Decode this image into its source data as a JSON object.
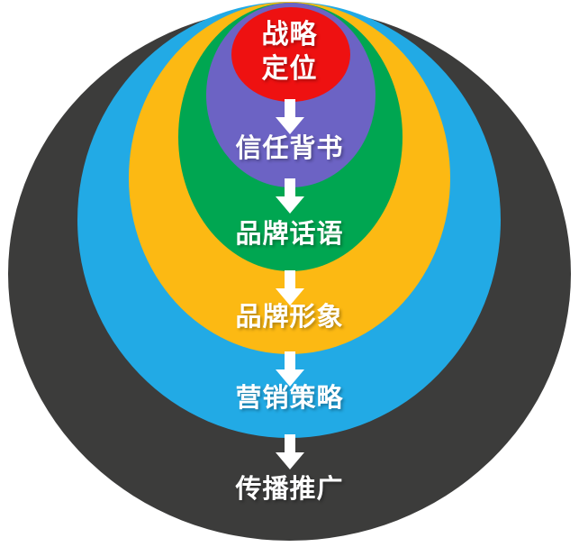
{
  "diagram": {
    "type": "concentric-nested-ellipses",
    "orientation": "top-anchored",
    "layer_count": 6,
    "layers": [
      {
        "id": "strategic-positioning",
        "label": "战略\n定位",
        "color": "#ee1111",
        "order": 1
      },
      {
        "id": "trust-endorsement",
        "label": "信任背书",
        "color": "#6c63c4",
        "order": 2
      },
      {
        "id": "brand-discourse",
        "label": "品牌话语",
        "color": "#00a651",
        "order": 3
      },
      {
        "id": "brand-image",
        "label": "品牌形象",
        "color": "#fcb913",
        "order": 4
      },
      {
        "id": "marketing-strategy",
        "label": "营销策略",
        "color": "#22aae5",
        "order": 5
      },
      {
        "id": "communication-promotion",
        "label": "传播推广",
        "color": "#3c3c3b",
        "order": 6
      }
    ],
    "arrows": [
      {
        "id": "arrow-1",
        "from": "strategic-positioning",
        "to": "trust-endorsement",
        "direction": "down",
        "color": "#ffffff"
      },
      {
        "id": "arrow-2",
        "from": "trust-endorsement",
        "to": "brand-discourse",
        "direction": "down",
        "color": "#ffffff"
      },
      {
        "id": "arrow-3",
        "from": "brand-discourse",
        "to": "brand-image",
        "direction": "down",
        "color": "#ffffff"
      },
      {
        "id": "arrow-4",
        "from": "brand-image",
        "to": "marketing-strategy",
        "direction": "down",
        "color": "#ffffff"
      },
      {
        "id": "arrow-5",
        "from": "marketing-strategy",
        "to": "communication-promotion",
        "direction": "down",
        "color": "#ffffff"
      }
    ],
    "label_color": "#ffffff",
    "background_color": "#ffffff"
  }
}
